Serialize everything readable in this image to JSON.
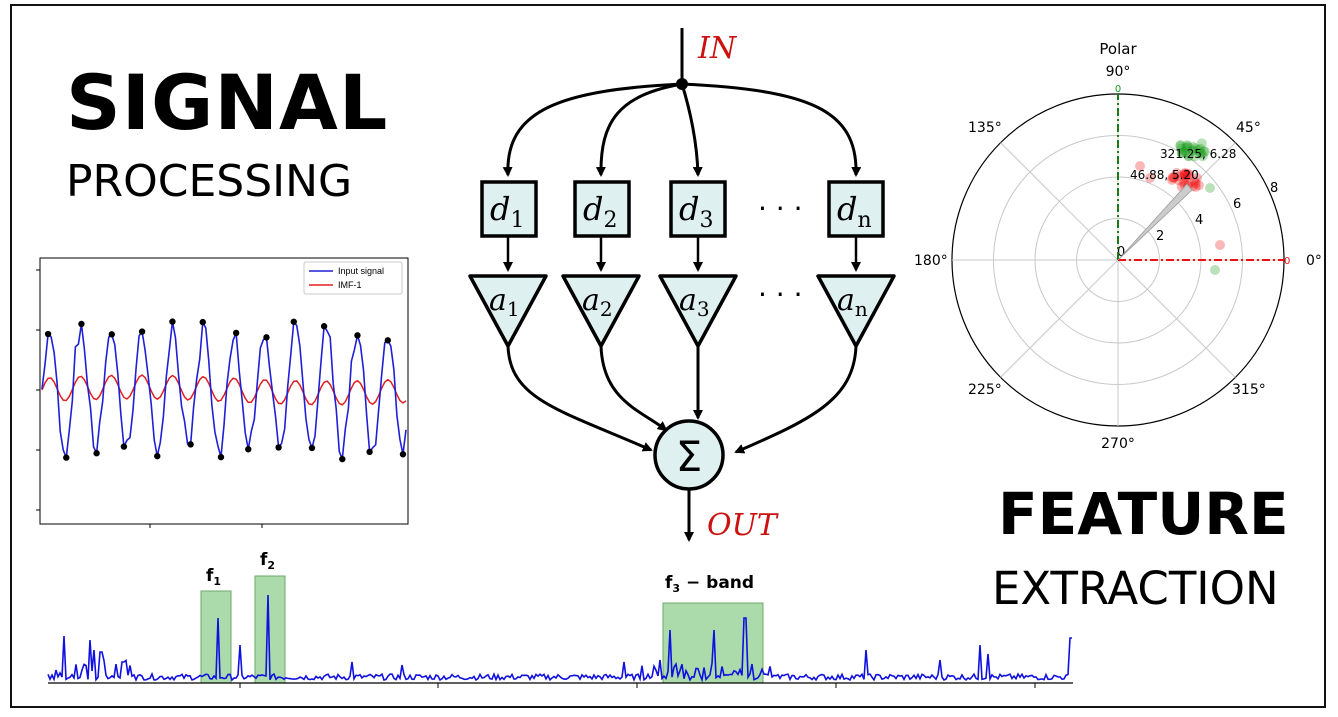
{
  "titles": {
    "signal": "SIGNAL",
    "processing": "PROCESSING",
    "feature": "FEATURE",
    "extraction": "EXTRACTION"
  },
  "timeplot": {
    "legend": [
      "Input signal",
      "IMF-1"
    ],
    "colors": {
      "input": "#1f1fd6",
      "imf": "#e02020",
      "peaks": "#000000"
    }
  },
  "filterbank": {
    "in_label": "IN",
    "out_label": "OUT",
    "sum_symbol": "Σ",
    "ellipsis": "· · ·",
    "delays": [
      {
        "base": "d",
        "sub": "1"
      },
      {
        "base": "d",
        "sub": "2"
      },
      {
        "base": "d",
        "sub": "3"
      },
      {
        "base": "d",
        "sub": "n"
      }
    ],
    "gains": [
      {
        "base": "a",
        "sub": "1"
      },
      {
        "base": "a",
        "sub": "2"
      },
      {
        "base": "a",
        "sub": "3"
      },
      {
        "base": "a",
        "sub": "n"
      }
    ],
    "colors": {
      "box": "#dff0f0",
      "label": "#cc1111"
    }
  },
  "polar": {
    "title": "Polar",
    "angle_labels": [
      "0°",
      "45°",
      "90°",
      "135°",
      "180°",
      "225°",
      "270°",
      "315°"
    ],
    "radial_ticks": [
      "0",
      "2",
      "4",
      "6",
      "8"
    ],
    "annotations": [
      "321.25, 6.28",
      "46.88, 5.20"
    ],
    "axis_zero_labels": [
      "0",
      "0"
    ],
    "colors": {
      "green": "#1a9a1a",
      "red": "#ee1111"
    }
  },
  "spectrum": {
    "bands": [
      {
        "label": "f",
        "sub": "1"
      },
      {
        "label": "f",
        "sub": "2"
      },
      {
        "label": "f",
        "sub": "3",
        "suffix": " − band"
      }
    ],
    "colors": {
      "line": "#1010e0",
      "band": "#8fcf8f"
    }
  }
}
